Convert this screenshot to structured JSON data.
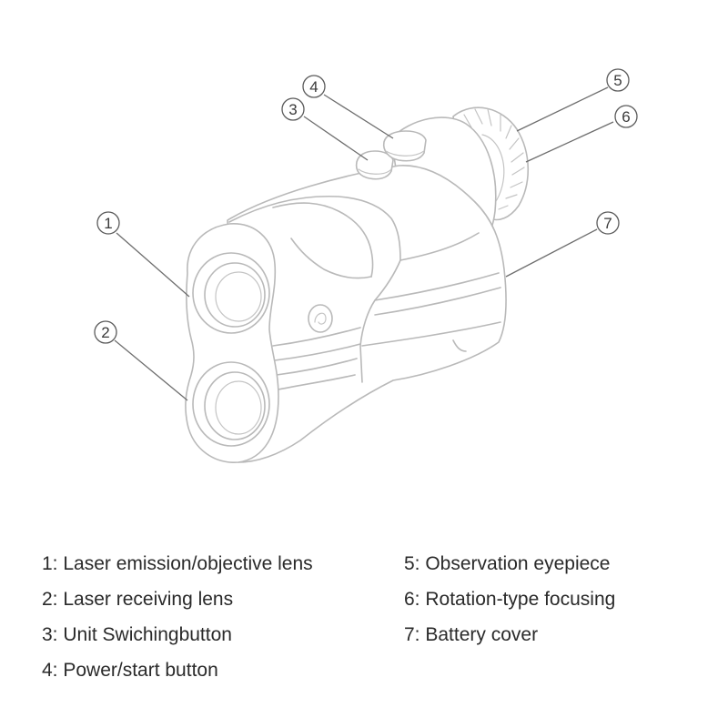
{
  "diagram": {
    "callouts": [
      {
        "number": "1",
        "label": "Laser emission/objective lens"
      },
      {
        "number": "2",
        "label": "Laser receiving lens"
      },
      {
        "number": "3",
        "label": "Unit Swichingbutton"
      },
      {
        "number": "4",
        "label": "Power/start button"
      },
      {
        "number": "5",
        "label": "Observation eyepiece"
      },
      {
        "number": "6",
        "label": "Rotation-type focusing"
      },
      {
        "number": "7",
        "label": "Battery cover"
      }
    ]
  },
  "legend": {
    "column_left": [
      "1: Laser emission/objective lens",
      "2: Laser receiving lens",
      "3: Unit Swichingbutton",
      "4: Power/start button"
    ],
    "column_right": [
      "5: Observation eyepiece",
      "6: Rotation-type focusing",
      "7: Battery cover"
    ]
  },
  "colors": {
    "device_outline": "#b9b9b9",
    "leader_line": "#6e6e6e",
    "text": "#2a2a2a",
    "background": "#ffffff"
  }
}
